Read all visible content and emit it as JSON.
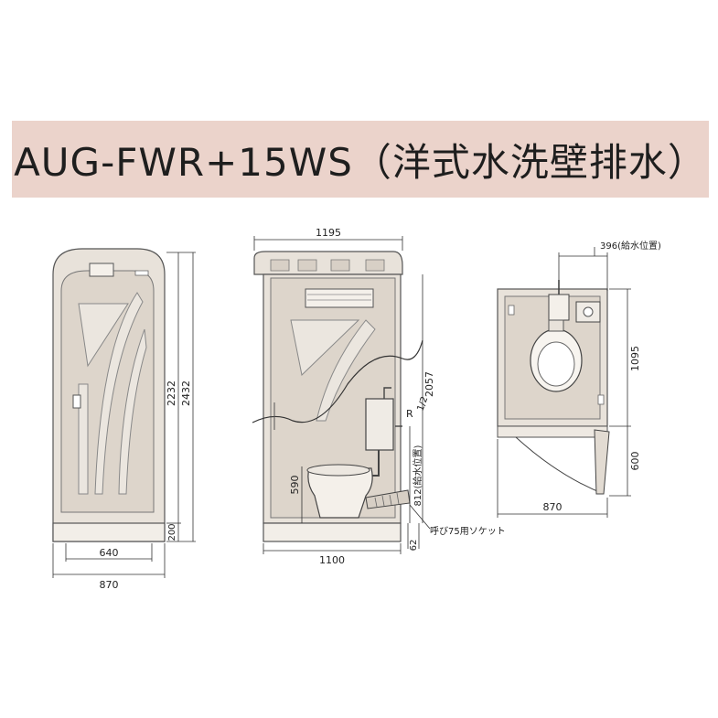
{
  "title": "AUG-FWR+15WS（洋式水洗壁排水）",
  "front": {
    "width_outer": "870",
    "width_inner": "640",
    "height_total": "2432",
    "height_body": "2232",
    "height_base": "200"
  },
  "side": {
    "width_top": "1195",
    "width_base": "1100",
    "height_inner": "2057",
    "toilet_height": "590",
    "supply_height": "812(給水位置)",
    "pipe_label": "R",
    "pipe_size": "1/2",
    "drain_offset": "62",
    "drain_label": "呼び75用ソケット"
  },
  "plan": {
    "supply_position": "396(給水位置)",
    "depth": "1095",
    "door_depth": "600",
    "width": "870"
  }
}
